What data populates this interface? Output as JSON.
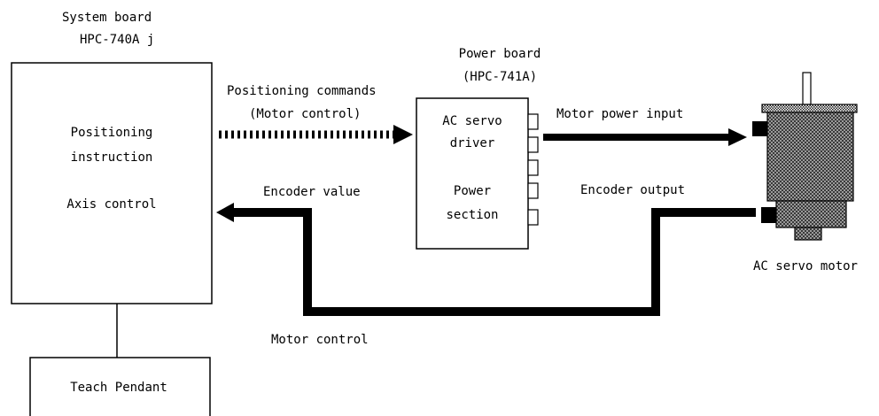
{
  "system_board": {
    "title": "System board",
    "model": "HPC-740A j",
    "lines": [
      "Positioning",
      "instruction",
      "Axis control"
    ]
  },
  "power_board": {
    "title": "Power board",
    "model": "(HPC-741A)",
    "lines": [
      "AC servo",
      "driver",
      "Power",
      "section"
    ]
  },
  "teach_pendant": {
    "label": "Teach Pendant"
  },
  "motor": {
    "label": "AC servo motor"
  },
  "signals": {
    "positioning_commands": "Positioning commands",
    "positioning_commands_sub": "(Motor control)",
    "motor_power_input": "Motor power input",
    "encoder_value": "Encoder value",
    "encoder_output": "Encoder output",
    "motor_control": "Motor control"
  },
  "colors": {
    "line": "#000000",
    "motor_body": "#8a8a8a",
    "background": "#ffffff"
  }
}
